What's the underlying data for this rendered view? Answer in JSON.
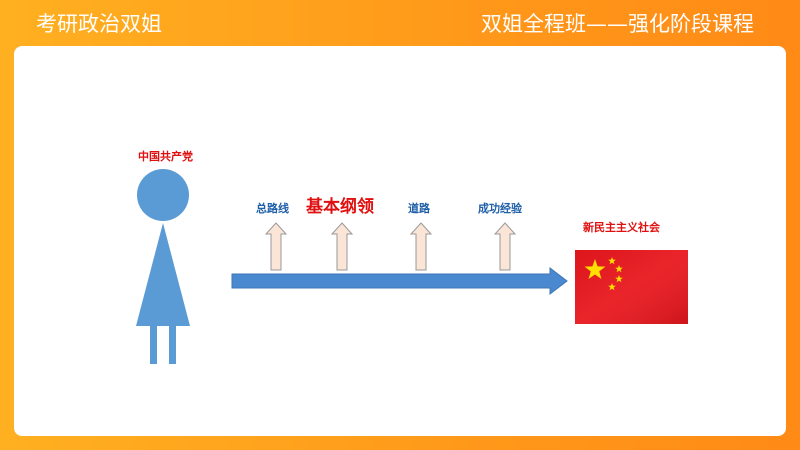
{
  "header": {
    "left_title": "考研政治双姐",
    "right_title": "双姐全程班——强化阶段课程"
  },
  "diagram": {
    "figure_label": "中国共产党",
    "item_1": "总路线",
    "item_2": "基本纲领",
    "item_3": "道路",
    "item_4": "成功经验",
    "target_label": "新民主主义社会"
  },
  "colors": {
    "orange": "#ff9a1a",
    "figure_blue": "#5b9bd5",
    "arrow_blue": "#4a89cf",
    "small_arrow_fill": "#fbe5d6",
    "label_red": "#e01010",
    "label_blue": "#1f5fa8",
    "flag_red": "#e8171d",
    "flag_yellow": "#ffde00"
  },
  "icons": {
    "flag": "china-flag-icon",
    "figure": "person-figure-icon"
  }
}
